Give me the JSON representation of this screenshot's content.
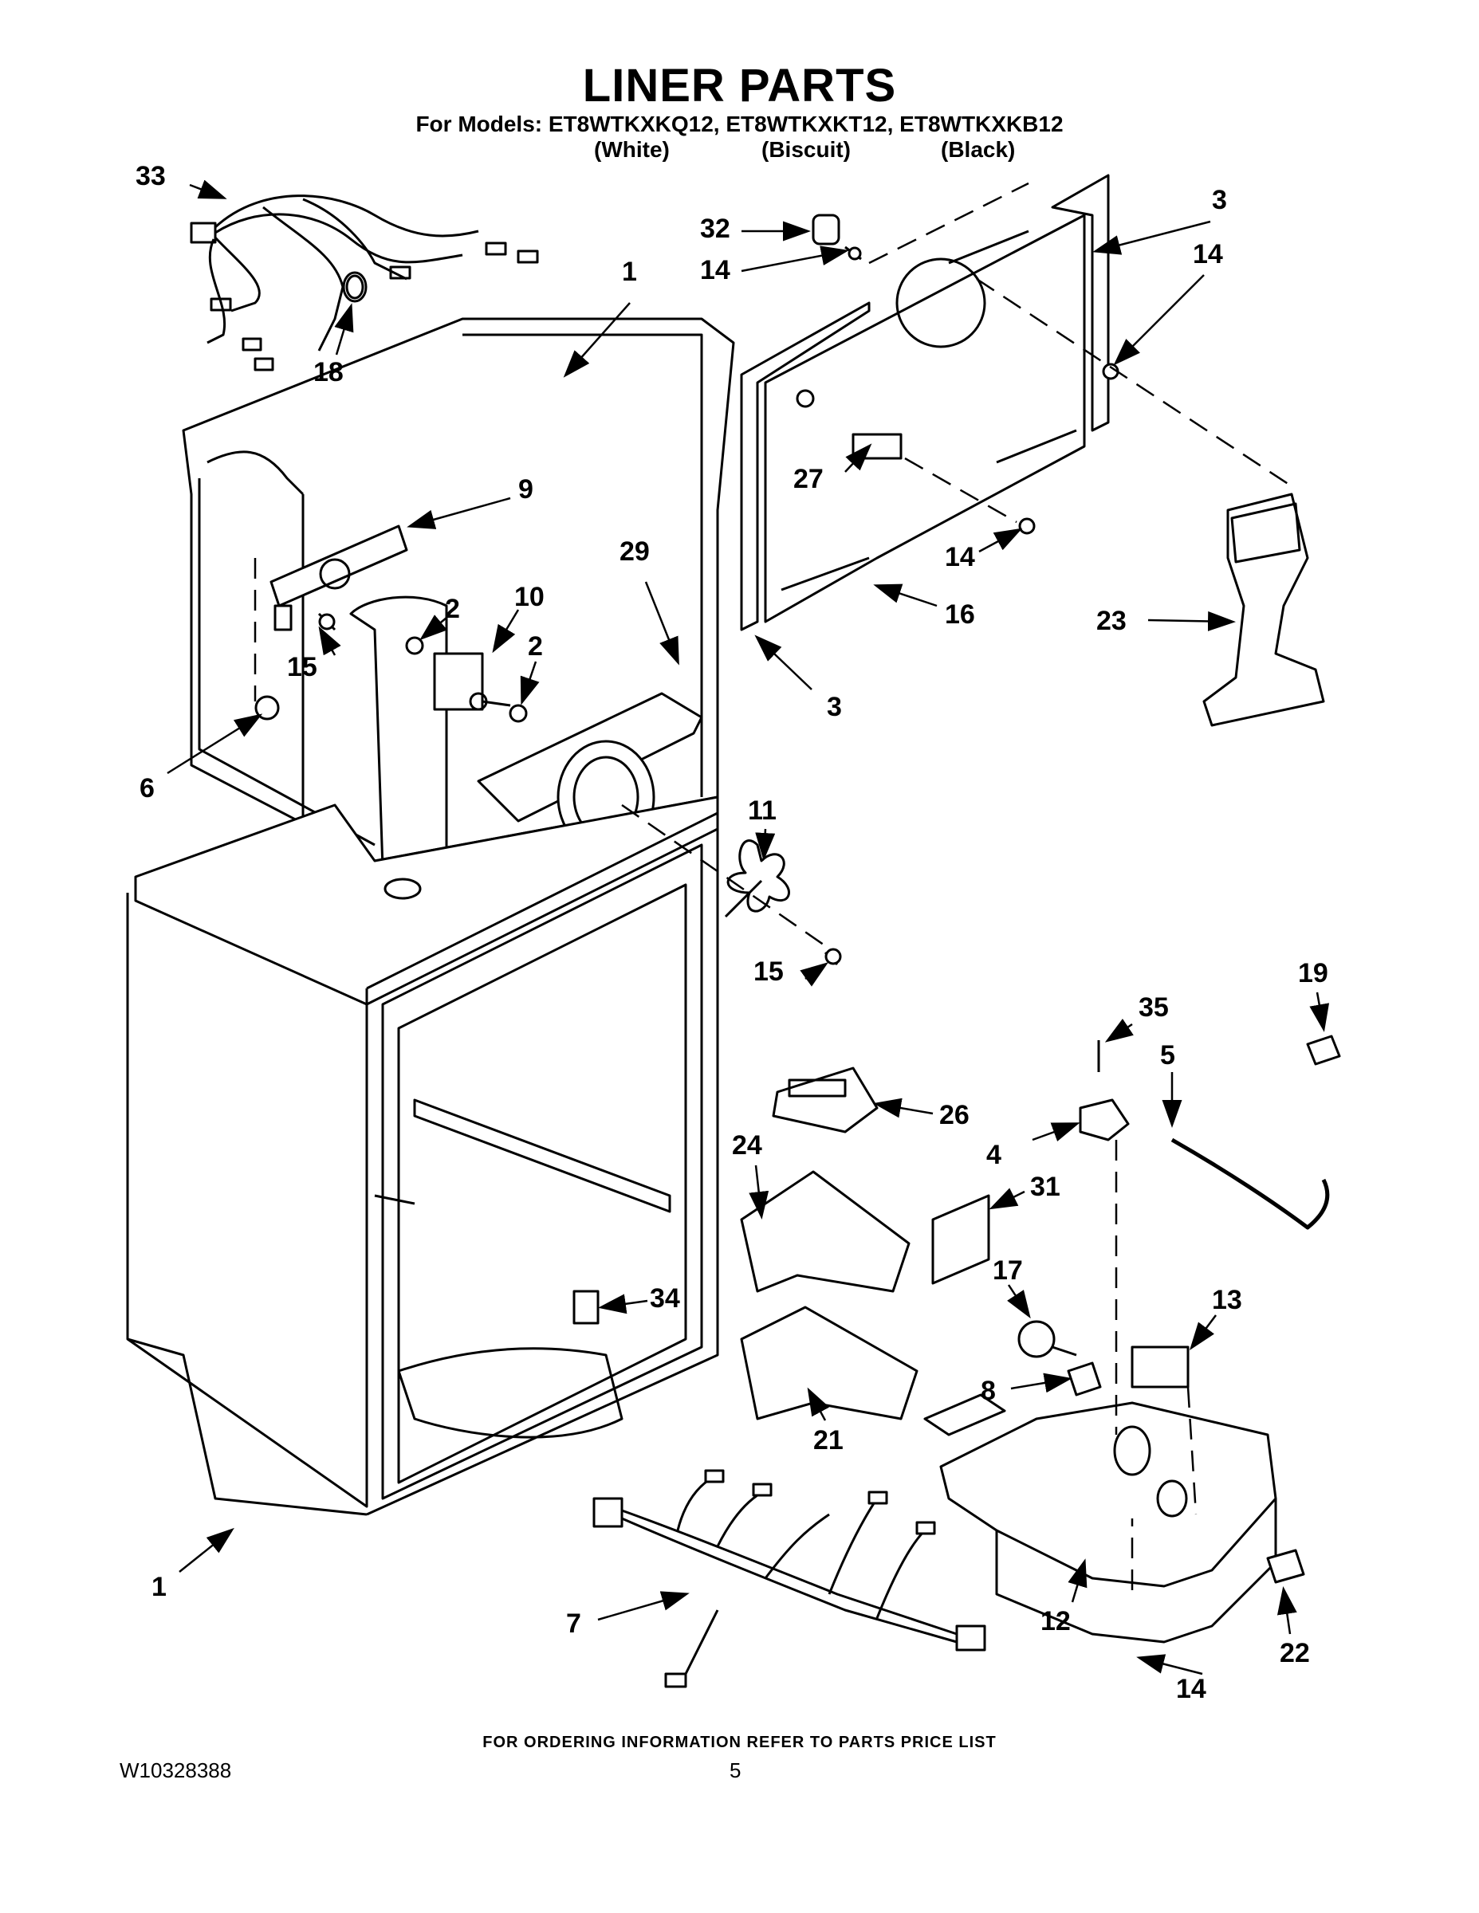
{
  "header": {
    "title": "LINER PARTS",
    "models_line": "For Models: ET8WTKXKQ12, ET8WTKXKT12, ET8WTKXKB12",
    "colors": [
      "(White)",
      "(Biscuit)",
      "(Black)"
    ]
  },
  "callouts": {
    "c1a": "1",
    "c1b": "1",
    "c2a": "2",
    "c2b": "2",
    "c3a": "3",
    "c3b": "3",
    "c4": "4",
    "c5": "5",
    "c6": "6",
    "c7": "7",
    "c8": "8",
    "c9": "9",
    "c10": "10",
    "c11": "11",
    "c12": "12",
    "c13": "13",
    "c14a": "14",
    "c14b": "14",
    "c14c": "14",
    "c14d": "14",
    "c15a": "15",
    "c15b": "15",
    "c16": "16",
    "c17": "17",
    "c18": "18",
    "c19": "19",
    "c21": "21",
    "c22": "22",
    "c23": "23",
    "c24": "24",
    "c26": "26",
    "c27": "27",
    "c29": "29",
    "c31": "31",
    "c32": "32",
    "c33": "33",
    "c34": "34",
    "c35": "35"
  },
  "footer": {
    "ordering_note": "FOR ORDERING INFORMATION REFER TO PARTS PRICE LIST",
    "document_number": "W10328388",
    "page_number": "5"
  }
}
